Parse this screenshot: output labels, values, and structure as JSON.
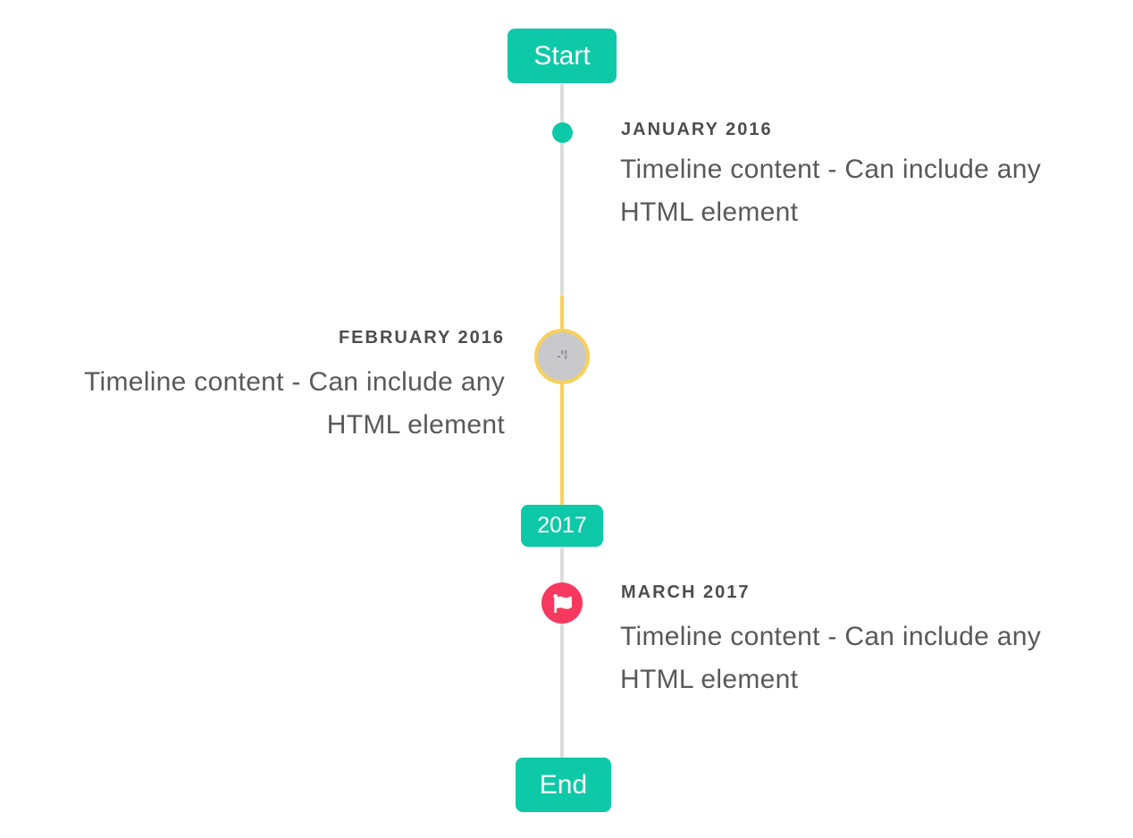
{
  "colors": {
    "teal_accent": "#0ec9a7",
    "yellow_highlight": "#f8d05a",
    "line_gray": "#dcdcdd",
    "image_circle_gray": "#c9c9cb",
    "flag_red": "#f8395f",
    "date_heading_text": "#4c4d4f",
    "body_text": "#58595b",
    "badge_text": "#ffffff",
    "background": "#ffffff"
  },
  "timeline": {
    "start_badge": "Start",
    "end_badge": "End",
    "year_badge": "2017",
    "entries": [
      {
        "date": "JANUARY 2016",
        "content": "Timeline content - Can include any HTML element",
        "side": "right",
        "marker": "teal-dot"
      },
      {
        "date": "FEBRUARY 2016",
        "content": "Timeline content - Can include any HTML element",
        "side": "left",
        "marker": "gray-image-circle-yellow-ring"
      },
      {
        "date": "MARCH 2017",
        "content": "Timeline content - Can include any HTML element",
        "side": "right",
        "marker": "red-flag-circle"
      }
    ]
  }
}
